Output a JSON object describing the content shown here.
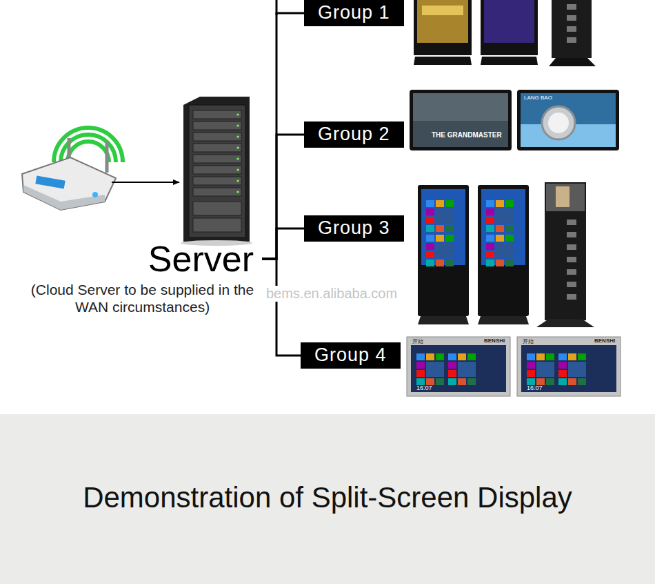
{
  "diagram": {
    "caption": "Demonstration of Split-Screen Display",
    "nodes": [
      {
        "text": [
          "Server",
          "(Cloud Server to be supplied in the WAN circumstances)"
        ]
      },
      {
        "text": [
          "Group 1"
        ]
      },
      {
        "text": [
          "Group 2"
        ]
      },
      {
        "text": [
          "Group 3"
        ]
      },
      {
        "text": [
          "Group 4"
        ]
      }
    ],
    "edges": [
      {
        "from": 0,
        "to": 1,
        "arrow": "none"
      },
      {
        "from": 0,
        "to": 2,
        "arrow": "none"
      },
      {
        "from": 0,
        "to": 3,
        "arrow": "none"
      },
      {
        "from": 0,
        "to": 4,
        "arrow": "none"
      }
    ],
    "labels": [
      "bems.en.alibaba.com",
      "THE GRANDMASTER",
      "LANG BAO",
      "BENSHI",
      "BENSHI",
      "开始",
      "开始",
      "16:07",
      "16:07"
    ]
  }
}
